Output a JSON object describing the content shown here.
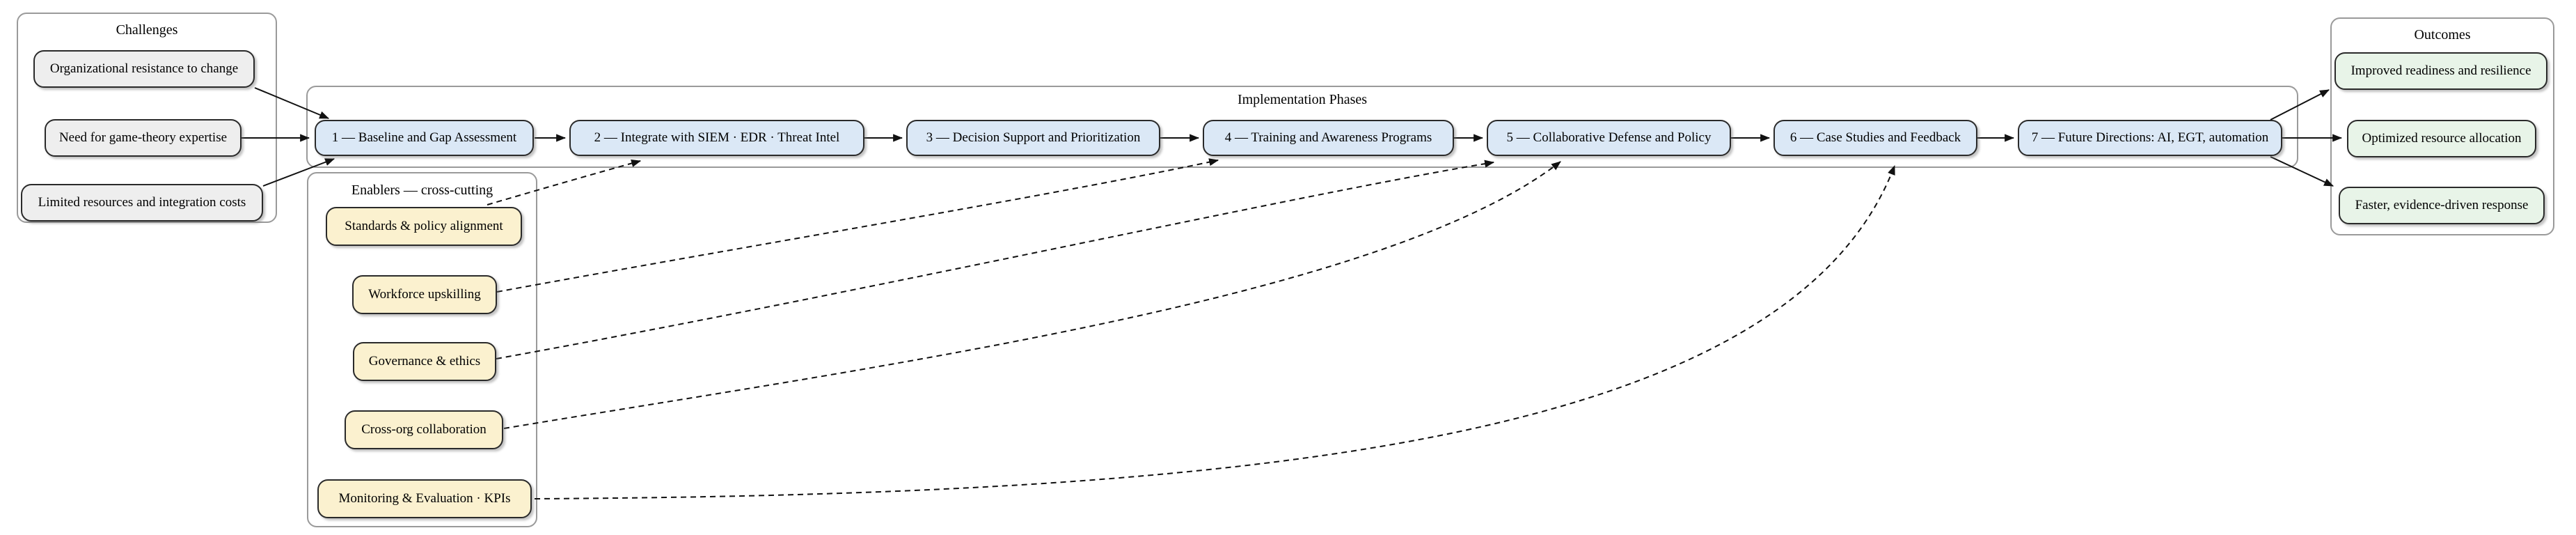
{
  "diagram": {
    "kind": "implementation-roadmap-flowchart",
    "background": "#ffffff"
  },
  "challenges": {
    "title": "Challenges",
    "items": [
      {
        "id": "c1",
        "label": "Organizational resistance to change"
      },
      {
        "id": "c2",
        "label": "Need for game-theory expertise"
      },
      {
        "id": "c3",
        "label": "Limited resources and integration costs"
      }
    ]
  },
  "phases": {
    "title": "Implementation Phases",
    "items": [
      {
        "id": "p1",
        "label": "1 — Baseline and Gap Assessment"
      },
      {
        "id": "p2",
        "label": "2 — Integrate with SIEM · EDR · Threat Intel"
      },
      {
        "id": "p3",
        "label": "3 — Decision Support and Prioritization"
      },
      {
        "id": "p4",
        "label": "4 — Training and Awareness Programs"
      },
      {
        "id": "p5",
        "label": "5 — Collaborative Defense and Policy"
      },
      {
        "id": "p6",
        "label": "6 — Case Studies and Feedback"
      },
      {
        "id": "p7",
        "label": "7 — Future Directions: AI, EGT, automation"
      }
    ]
  },
  "enablers": {
    "title": "Enablers — cross-cutting",
    "items": [
      {
        "id": "e1",
        "label": "Standards & policy alignment"
      },
      {
        "id": "e2",
        "label": "Workforce upskilling"
      },
      {
        "id": "e3",
        "label": "Governance & ethics"
      },
      {
        "id": "e4",
        "label": "Cross-org collaboration"
      },
      {
        "id": "e5",
        "label": "Monitoring & Evaluation · KPIs"
      }
    ]
  },
  "outcomes": {
    "title": "Outcomes",
    "items": [
      {
        "id": "o1",
        "label": "Improved readiness and resilience"
      },
      {
        "id": "o2",
        "label": "Optimized resource allocation"
      },
      {
        "id": "o3",
        "label": "Faster, evidence-driven response"
      }
    ]
  },
  "edges": {
    "solid": [
      {
        "from": "c1",
        "to": "p1"
      },
      {
        "from": "c2",
        "to": "p1"
      },
      {
        "from": "c3",
        "to": "p1"
      },
      {
        "from": "p1",
        "to": "p2"
      },
      {
        "from": "p2",
        "to": "p3"
      },
      {
        "from": "p3",
        "to": "p4"
      },
      {
        "from": "p4",
        "to": "p5"
      },
      {
        "from": "p5",
        "to": "p6"
      },
      {
        "from": "p6",
        "to": "p7"
      },
      {
        "from": "p7",
        "to": "o1"
      },
      {
        "from": "p7",
        "to": "o2"
      },
      {
        "from": "p7",
        "to": "o3"
      }
    ],
    "dashed": [
      {
        "from": "e1",
        "to": "p2"
      },
      {
        "from": "e2",
        "to": "p4"
      },
      {
        "from": "e3",
        "to": "p5"
      },
      {
        "from": "e4",
        "to": "p5"
      },
      {
        "from": "e5",
        "to": "p6"
      }
    ]
  },
  "colors": {
    "challenge_fill": "#eeeeee",
    "phase_fill": "#dbe8f6",
    "enabler_fill": "#fbf1cf",
    "outcome_fill": "#e8f4e8",
    "node_border": "#2a2a2a",
    "cluster_border": "#9a9a9a",
    "arrow": "#111111",
    "text": "#000000"
  }
}
